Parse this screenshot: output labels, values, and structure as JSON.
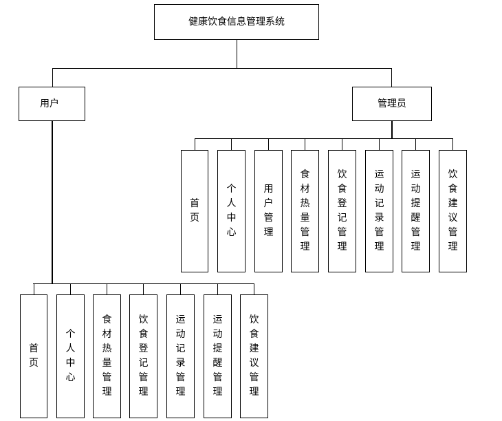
{
  "root": {
    "label": "健康饮食信息管理系统"
  },
  "user": {
    "label": "用户",
    "children": [
      "首页",
      "个人中心",
      "食材热量管理",
      "饮食登记管理",
      "运动记录管理",
      "运动提醒管理",
      "饮食建议管理"
    ]
  },
  "admin": {
    "label": "管理员",
    "children": [
      "首页",
      "个人中心",
      "用户管理",
      "食材热量管理",
      "饮食登记管理",
      "运动记录管理",
      "运动提醒管理",
      "饮食建议管理"
    ]
  }
}
